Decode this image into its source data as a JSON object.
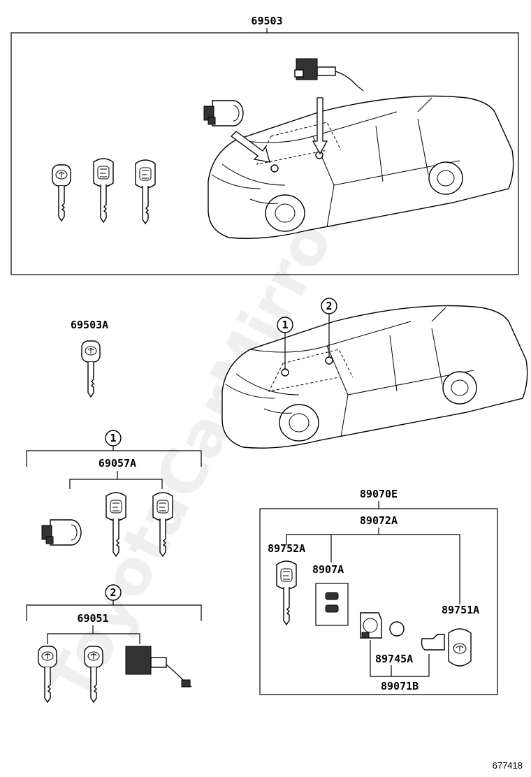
{
  "labels": {
    "p69503": "69503",
    "p69503A": "69503A",
    "p69057A": "69057A",
    "p69051": "69051",
    "p89070E": "89070E",
    "p89072A": "89072A",
    "p89752A": "89752A",
    "p8907A": "8907A",
    "p89751A": "89751A",
    "p89745A": "89745A",
    "p89071B": "89071B",
    "ref1": "1",
    "ref2": "2",
    "ref1_car": "1",
    "ref2_car": "2",
    "diagram_id": "677418"
  },
  "watermark": "ToyotaCarMirror.ru"
}
